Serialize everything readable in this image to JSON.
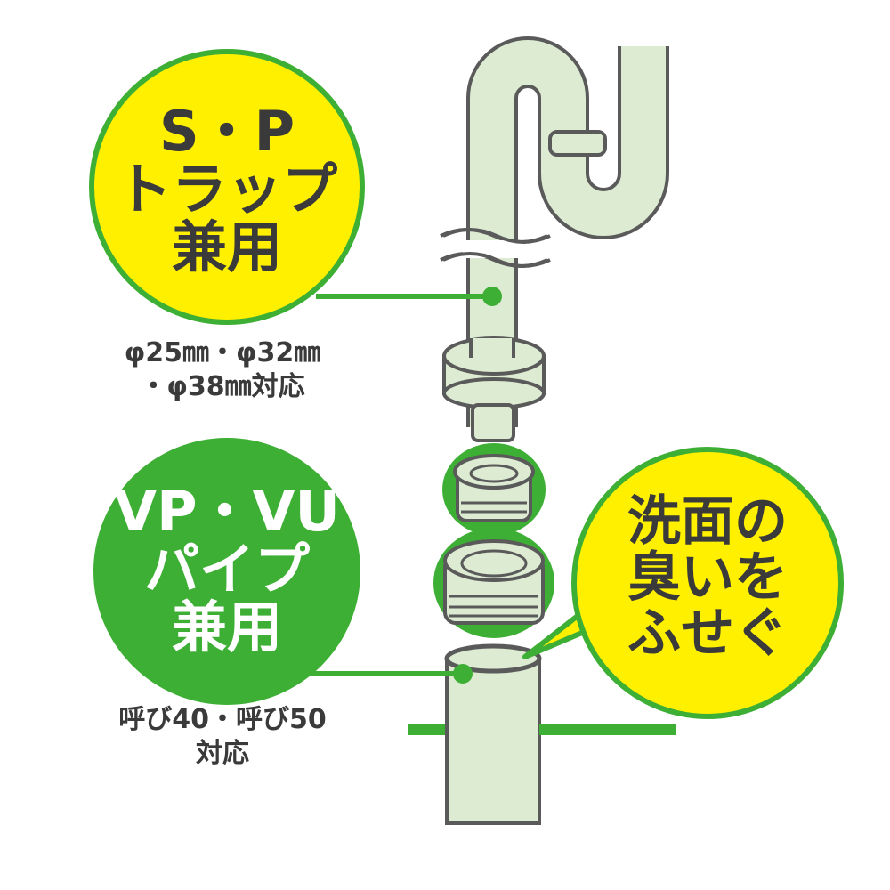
{
  "colors": {
    "green": "#3eaf35",
    "yellow": "#fff000",
    "pipe": "#dcebd2",
    "outline": "#5a5a5a",
    "text": "#3a3a3a"
  },
  "badge_sp": {
    "line1": "S・P",
    "line2": "トラップ",
    "line3": "兼用"
  },
  "spec_sp": {
    "line1": "φ25㎜・φ32㎜",
    "line2": "・φ38㎜対応"
  },
  "badge_vp": {
    "line1": "VP・VU",
    "line2": "パイプ",
    "line3": "兼用"
  },
  "spec_vp": {
    "line1": "呼び40・呼び50",
    "line2": "対応"
  },
  "badge_smell": {
    "line1": "洗面の",
    "line2": "臭いを",
    "line3": "ふせぐ"
  }
}
